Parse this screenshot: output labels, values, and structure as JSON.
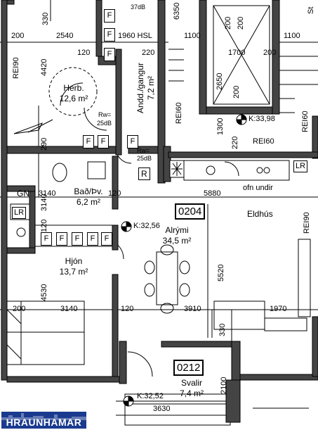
{
  "rooms": {
    "herb": {
      "name": "Herb.",
      "area": "12,6 m²"
    },
    "andd": {
      "name": "Andd./gangur",
      "area": "7,2 m²"
    },
    "bad": {
      "name": "Bað/Þv.",
      "area": "6,2 m²"
    },
    "hjon": {
      "name": "Hjón",
      "area": "13,7 m²"
    },
    "alrymi": {
      "number": "0204",
      "name": "Alrými",
      "area": "34,5 m²"
    },
    "eldhus": {
      "name": "Eldhús"
    },
    "svalir": {
      "number": "0212",
      "name": "Svalir",
      "area": "7,4 m²"
    }
  },
  "levels": {
    "k1": "K:33,98",
    "k2": "K:32,56",
    "k3": "K:32,52"
  },
  "fire": {
    "rei90": "REI90",
    "rei60": "REI60"
  },
  "sound": {
    "db37": "37dB",
    "rw": "Rw=",
    "db25": "25dB"
  },
  "labels": {
    "hsl": "1960 HSL",
    "ofn": "ofn undir",
    "lr": "LR",
    "gn": "GN",
    "r": "R",
    "f": "F",
    "st": "St"
  },
  "dims": {
    "d330": "330",
    "d2540": "2540",
    "d200": "200",
    "d120": "120",
    "d220": "220",
    "d4420": "4420",
    "d6350": "6350",
    "d1100": "1100",
    "d1700": "1700",
    "d2650": "2650",
    "d1300": "1300",
    "d290": "290",
    "d3140": "3140",
    "d5880": "5880",
    "d5520": "5520",
    "d4530": "4530",
    "d3910": "3910",
    "d1970": "1970",
    "d2100": "2100",
    "d3630": "3630"
  },
  "logo": {
    "text": "HRAUNHAMAR",
    "color": "#1a3a8f"
  }
}
